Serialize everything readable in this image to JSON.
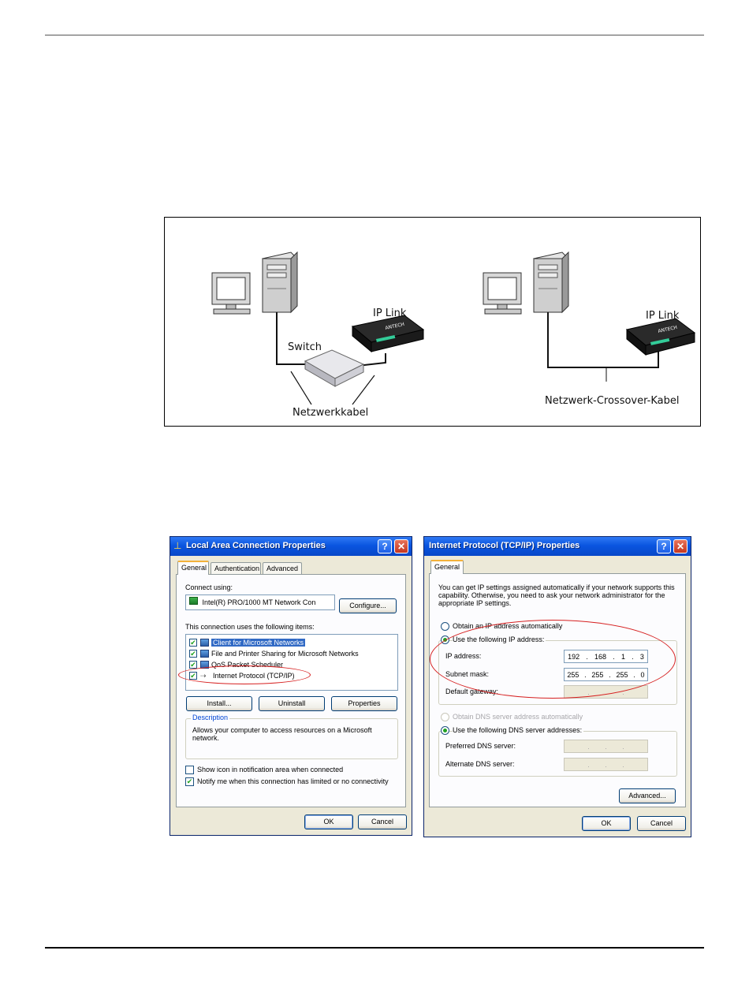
{
  "diagram": {
    "left_ip_link": "IP Link",
    "switch": "Switch",
    "network_cable": "Netzwerkkabel",
    "right_ip_link": "IP Link",
    "crossover_cable": "Netzwerk-Crossover-Kabel",
    "device_brand": "ANTECH"
  },
  "lan_dialog": {
    "title": "Local Area Connection Properties",
    "help_glyph": "?",
    "close_glyph": "✕",
    "tabs": [
      "General",
      "Authentication",
      "Advanced"
    ],
    "connect_using_label": "Connect using:",
    "adapter_name": "Intel(R) PRO/1000 MT Network Con",
    "configure_button": "Configure...",
    "items_label": "This connection uses the following items:",
    "items": [
      "Client for Microsoft Networks",
      "File and Printer Sharing for Microsoft Networks",
      "QoS Packet Scheduler",
      "Internet Protocol (TCP/IP)"
    ],
    "install_button": "Install...",
    "uninstall_button": "Uninstall",
    "properties_button": "Properties",
    "description_label": "Description",
    "description_text": "Allows your computer to access resources on a Microsoft network.",
    "show_icon_label": "Show icon in notification area when connected",
    "notify_label": "Notify me when this connection has limited or no connectivity",
    "ok_button": "OK",
    "cancel_button": "Cancel"
  },
  "tcpip_dialog": {
    "title": "Internet Protocol (TCP/IP) Properties",
    "help_glyph": "?",
    "close_glyph": "✕",
    "tab": "General",
    "intro_text": "You can get IP settings assigned automatically if your network supports this capability. Otherwise, you need to ask your network administrator for the appropriate IP settings.",
    "obtain_auto_label": "Obtain an IP address automatically",
    "use_following_label": "Use the following IP address:",
    "ip_address_label": "IP address:",
    "ip_address": [
      "192",
      "168",
      "1",
      "3"
    ],
    "subnet_mask_label": "Subnet mask:",
    "subnet_mask": [
      "255",
      "255",
      "255",
      "0"
    ],
    "default_gateway_label": "Default gateway:",
    "obtain_dns_label": "Obtain DNS server address automatically",
    "use_dns_label": "Use the following DNS server addresses:",
    "preferred_dns_label": "Preferred DNS server:",
    "alternate_dns_label": "Alternate DNS server:",
    "ip_dot": ".",
    "advanced_button": "Advanced...",
    "ok_button": "OK",
    "cancel_button": "Cancel"
  }
}
